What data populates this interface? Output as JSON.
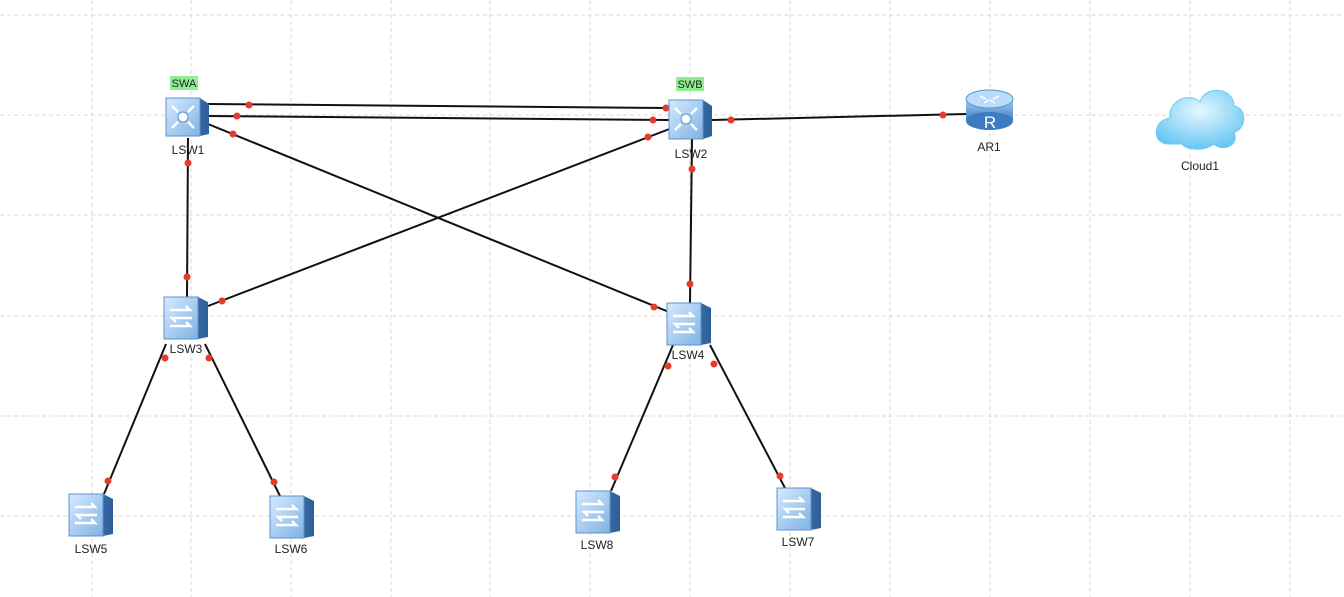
{
  "devices": {
    "lsw1": {
      "label": "LSW1",
      "kind": "core-switch",
      "tag": "SWA"
    },
    "lsw2": {
      "label": "LSW2",
      "kind": "core-switch",
      "tag": "SWB"
    },
    "lsw3": {
      "label": "LSW3",
      "kind": "switch"
    },
    "lsw4": {
      "label": "LSW4",
      "kind": "switch"
    },
    "lsw5": {
      "label": "LSW5",
      "kind": "switch"
    },
    "lsw6": {
      "label": "LSW6",
      "kind": "switch"
    },
    "lsw7": {
      "label": "LSW7",
      "kind": "switch"
    },
    "lsw8": {
      "label": "LSW8",
      "kind": "switch"
    },
    "ar1": {
      "label": "AR1",
      "kind": "router"
    },
    "cloud1": {
      "label": "Cloud1",
      "kind": "cloud"
    }
  },
  "links": [
    [
      "lsw1",
      "lsw2"
    ],
    [
      "lsw1",
      "lsw2"
    ],
    [
      "lsw2",
      "ar1"
    ],
    [
      "lsw1",
      "lsw3"
    ],
    [
      "lsw1",
      "lsw4"
    ],
    [
      "lsw2",
      "lsw3"
    ],
    [
      "lsw2",
      "lsw4"
    ],
    [
      "lsw3",
      "lsw5"
    ],
    [
      "lsw3",
      "lsw6"
    ],
    [
      "lsw4",
      "lsw8"
    ],
    [
      "lsw4",
      "lsw7"
    ]
  ],
  "colors": {
    "grid": "#d9d9d9",
    "link": "#111111",
    "port": "#e53b2c",
    "tag_bg": "#90ee90",
    "device_face": "#a9cdf0",
    "device_side": "#5b93cc"
  }
}
